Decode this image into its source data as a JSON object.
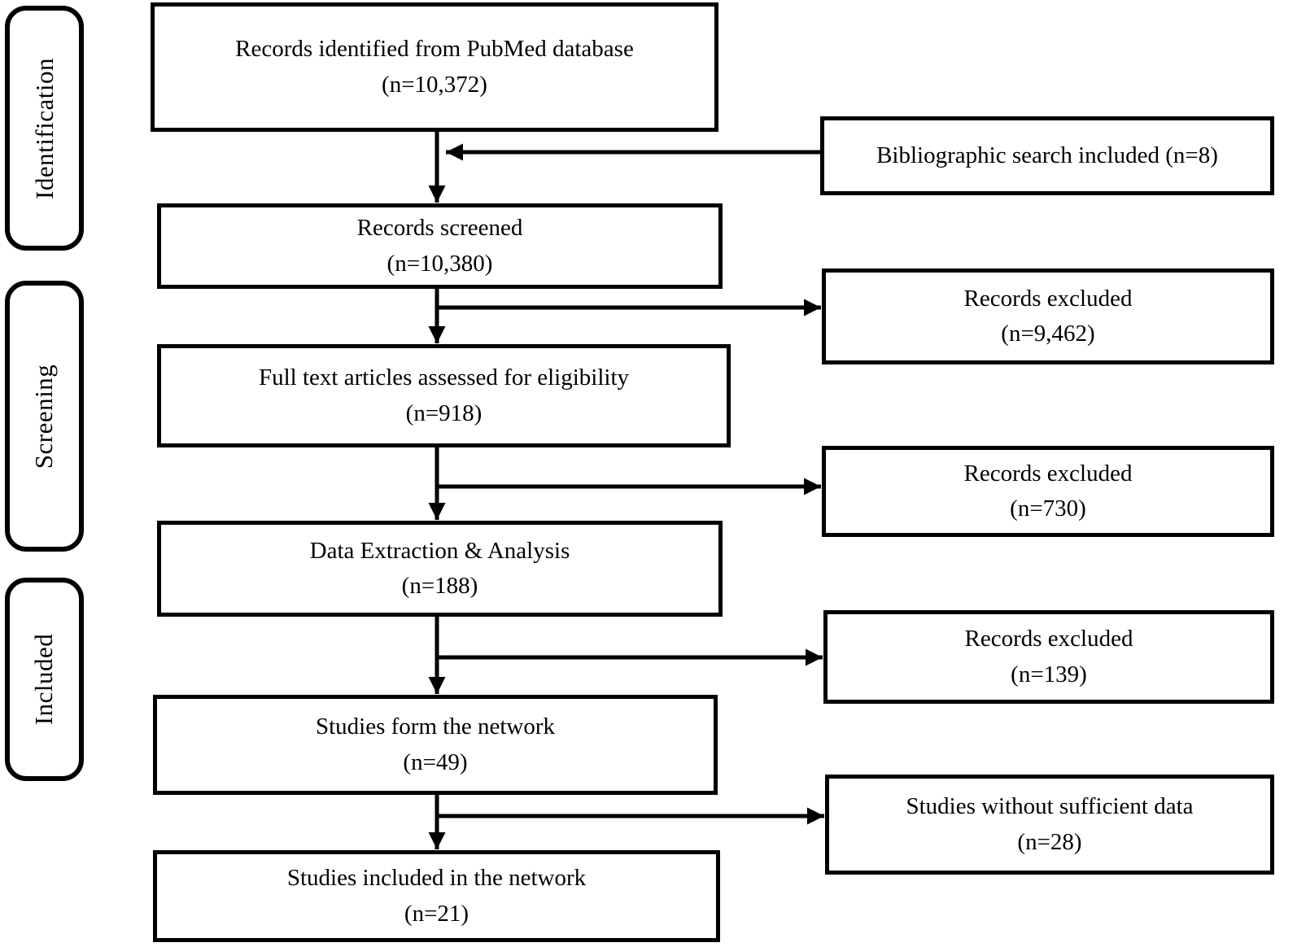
{
  "diagram_type": "prisma-flowchart",
  "colors": {
    "line": "#000000",
    "box_background": "#ffffff",
    "text": "#000000"
  },
  "stages": [
    {
      "label": "Identification"
    },
    {
      "label": "Screening"
    },
    {
      "label": "Included"
    }
  ],
  "main_boxes": [
    {
      "text": "Records identified from PubMed database",
      "count": "(n=10,372)"
    },
    {
      "text": "Records screened",
      "count": "(n=10,380)"
    },
    {
      "text": "Full text articles assessed for eligibility",
      "count": "(n=918)"
    },
    {
      "text": "Data Extraction & Analysis",
      "count": "(n=188)"
    },
    {
      "text": "Studies form the network",
      "count": "(n=49)"
    },
    {
      "text": "Studies included in the network",
      "count": "(n=21)"
    }
  ],
  "side_boxes": [
    {
      "text": "Bibliographic search included (n=8)",
      "count": ""
    },
    {
      "text": "Records excluded",
      "count": "(n=9,462)"
    },
    {
      "text": "Records excluded",
      "count": "(n=730)"
    },
    {
      "text": "Records excluded",
      "count": "(n=139)"
    },
    {
      "text": "Studies without sufficient data",
      "count": "(n=28)"
    }
  ],
  "edges": [
    {
      "from": "records-identified",
      "to": "records-screened",
      "type": "down-arrow"
    },
    {
      "from": "bibliographic-search",
      "to": "records-identified-to-screened-line",
      "type": "merge-left-arrow"
    },
    {
      "from": "records-screened",
      "to": "full-text-assessed",
      "type": "down-arrow"
    },
    {
      "from": "records-screened",
      "to": "records-excluded-9462",
      "type": "branch-right-arrow"
    },
    {
      "from": "full-text-assessed",
      "to": "data-extraction-analysis",
      "type": "down-arrow"
    },
    {
      "from": "full-text-assessed",
      "to": "records-excluded-730",
      "type": "branch-right-arrow"
    },
    {
      "from": "data-extraction-analysis",
      "to": "studies-form-network",
      "type": "down-arrow"
    },
    {
      "from": "data-extraction-analysis",
      "to": "records-excluded-139",
      "type": "branch-right-arrow"
    },
    {
      "from": "studies-form-network",
      "to": "studies-included-network",
      "type": "down-arrow"
    },
    {
      "from": "studies-form-network",
      "to": "studies-without-sufficient-data",
      "type": "branch-right-arrow"
    }
  ]
}
